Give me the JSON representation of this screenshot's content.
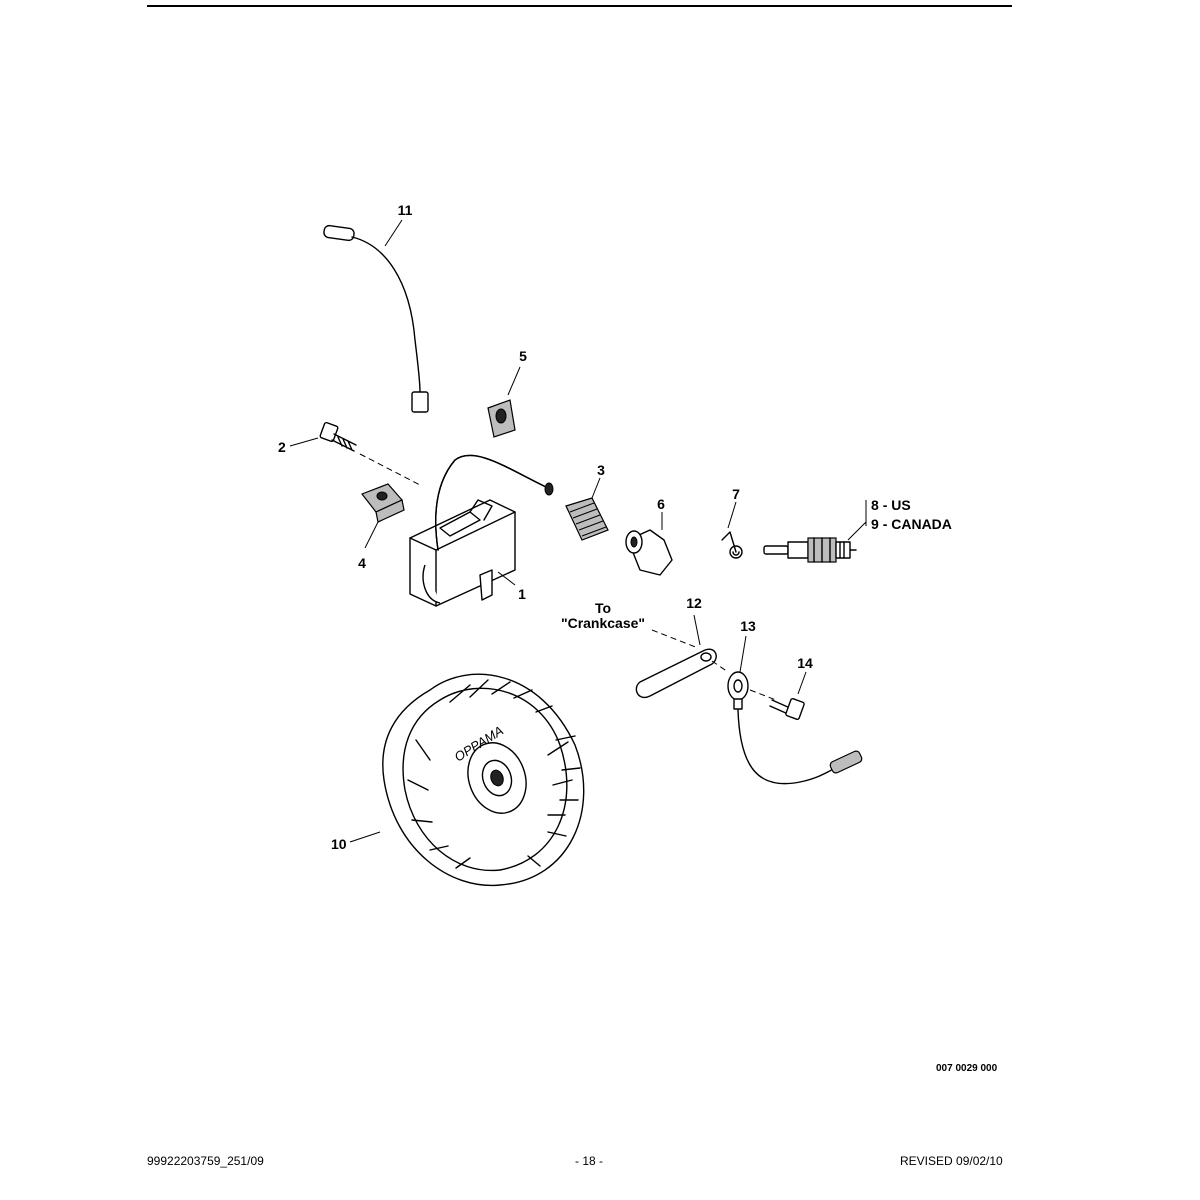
{
  "callouts": {
    "p1": "1",
    "p2": "2",
    "p3": "3",
    "p4": "4",
    "p5": "5",
    "p6": "6",
    "p7": "7",
    "p8": "8",
    "p8_region": "- US",
    "p9": "9",
    "p9_region": "- CANADA",
    "p10": "10",
    "p11": "11",
    "p12": "12",
    "p13": "13",
    "p14": "14"
  },
  "annotation": {
    "line1": "To",
    "line2": "\"Crankcase\""
  },
  "flywheel_brand": "OPPAMA",
  "drawing_number": "007 0029 000",
  "footer": {
    "doc_number": "99922203759_251/09",
    "page": "- 18 -",
    "revised": "REVISED 09/02/10"
  }
}
